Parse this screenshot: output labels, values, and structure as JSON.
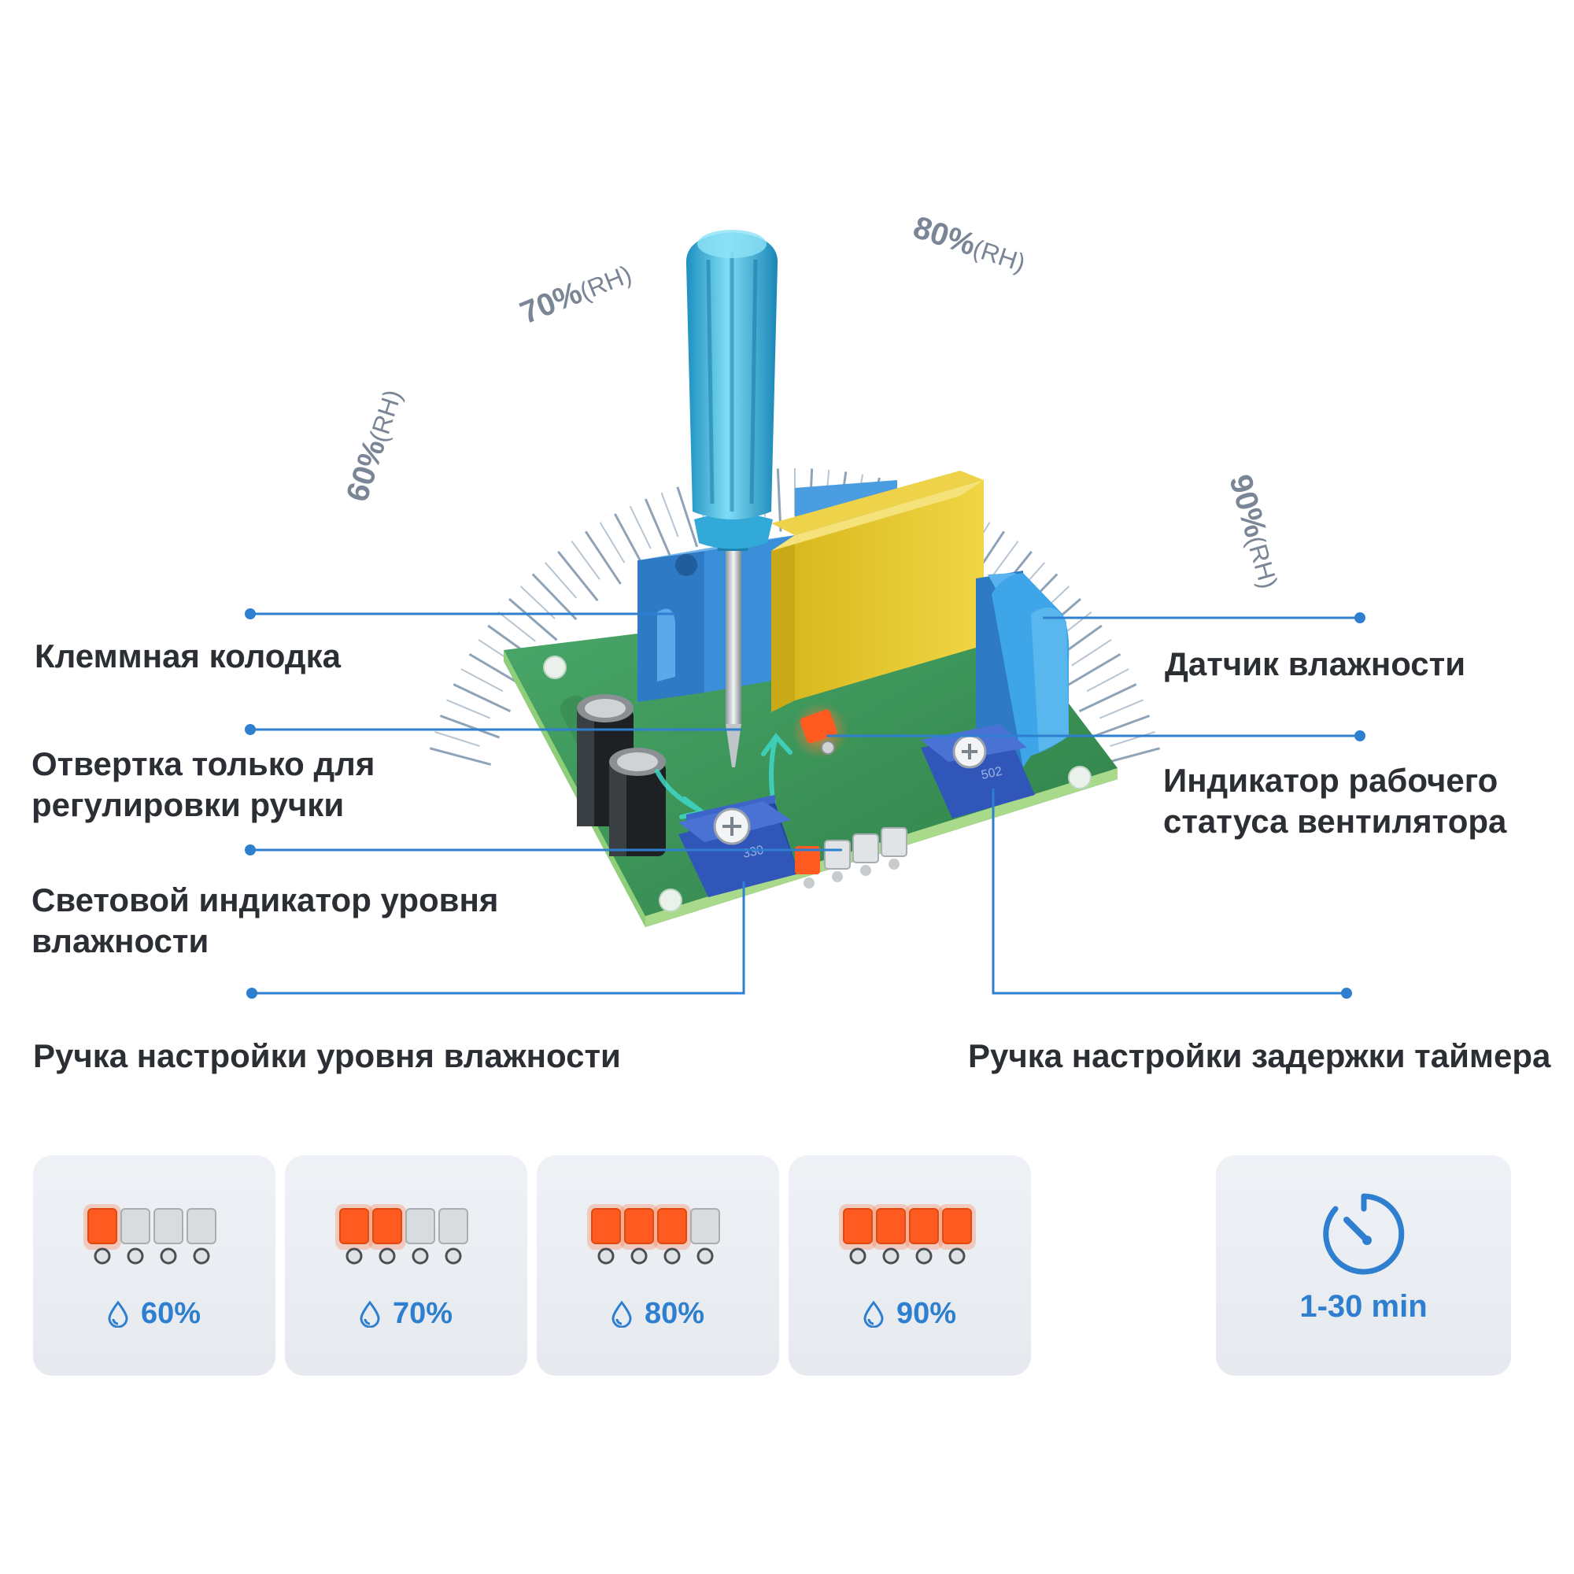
{
  "gauge": {
    "ticks": [
      {
        "value": "60%",
        "unit": "(RH)"
      },
      {
        "value": "70%",
        "unit": "(RH)"
      },
      {
        "value": "80%",
        "unit": "(RH)"
      },
      {
        "value": "90%",
        "unit": "(RH)"
      }
    ]
  },
  "callouts": {
    "terminal_block": "Клеммная колодка",
    "screwdriver": [
      "Отвертка только для",
      "регулировки ручки"
    ],
    "humidity_led": [
      "Световой индикатор уровня",
      "влажности"
    ],
    "humidity_knob": "Ручка настройки уровня влажности",
    "humidity_sensor": "Датчик влажности",
    "fan_status": [
      "Индикатор рабочего",
      "статуса вентилятора"
    ],
    "timer_knob": "Ручка настройки задержки таймера"
  },
  "levels": [
    {
      "value": "60%",
      "lit": 1
    },
    {
      "value": "70%",
      "lit": 2
    },
    {
      "value": "80%",
      "lit": 3
    },
    {
      "value": "90%",
      "lit": 4
    }
  ],
  "timer": {
    "range": "1-30 min",
    "icon": "stopwatch-icon"
  },
  "colors": {
    "accent": "#2f7fd0",
    "led_on": "#ff5a1f",
    "led_off": "#d9dcdf",
    "pcb": "#3f9a5c",
    "relay": "#e8c82e",
    "pot": "#2f56b8",
    "terminal": "#3b8fd8",
    "screwdriver": "#4cc3e8"
  }
}
